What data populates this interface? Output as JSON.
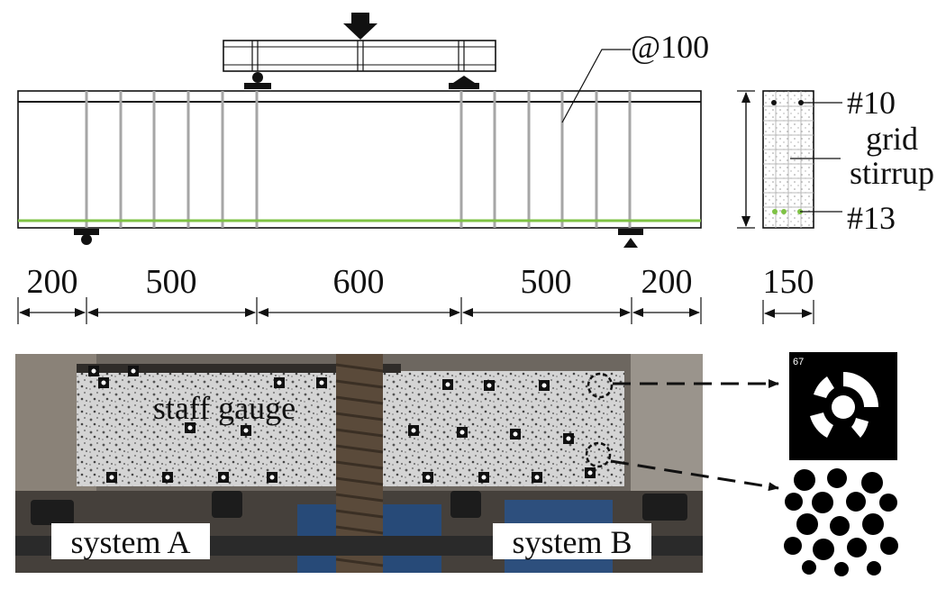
{
  "colors": {
    "beam_outline": "#111111",
    "stirrup": "#a6a6a6",
    "bottom_rebar": "#7ec244",
    "photo_frame": "#3d3a36",
    "specimen_speckle": "#cfcfcf",
    "label_bg": "#ffffff"
  },
  "beam_drawing": {
    "stirrup_spacing_label": "@100",
    "segment_dimensions": [
      "200",
      "500",
      "600",
      "500",
      "200"
    ],
    "load_arrow_icon": "down-arrow-icon",
    "support_types": [
      "roller-icon",
      "pin-icon",
      "roller-icon",
      "pin-icon"
    ]
  },
  "cross_section": {
    "top_bar_label": "#10",
    "grid_stirrup_label_1": "grid",
    "grid_stirrup_label_2": "stirrup",
    "bottom_bar_label": "#13",
    "width_label": "150"
  },
  "photo": {
    "staff_gauge_label": "staff gauge",
    "camera_system_a_label": "system A",
    "camera_system_b_label": "system B",
    "target_marker_number": "67",
    "zoom_insets": [
      "coded-target",
      "speckle-pattern"
    ]
  }
}
